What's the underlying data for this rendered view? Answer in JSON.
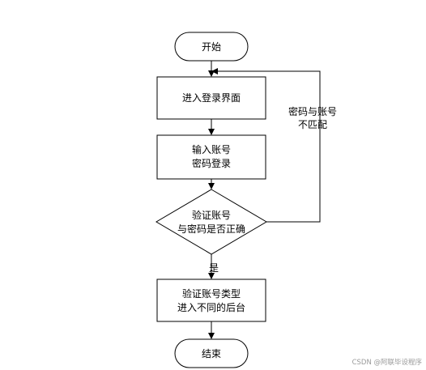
{
  "diagram": {
    "nodes": {
      "start": {
        "label": "开始"
      },
      "login_page": {
        "label": "进入登录界面"
      },
      "input": {
        "lines": [
          "输入账号",
          "密码登录"
        ]
      },
      "verify": {
        "lines": [
          "验证账号",
          "与密码是否正确"
        ]
      },
      "check_type": {
        "lines": [
          "验证账号类型",
          "进入不同的后台"
        ]
      },
      "end": {
        "label": "结束"
      }
    },
    "edges": {
      "mismatch": {
        "lines": [
          "密码与账号",
          "不匹配"
        ]
      },
      "yes": {
        "label": "是"
      }
    }
  },
  "watermark": "CSDN @阿联毕设程序"
}
